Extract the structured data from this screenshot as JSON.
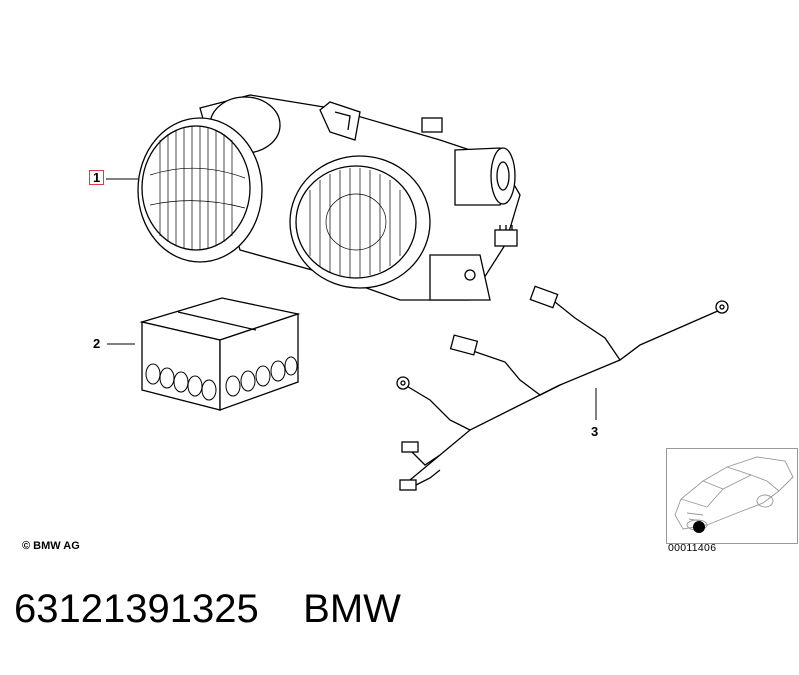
{
  "diagram": {
    "callouts": [
      {
        "id": "1",
        "label": "1",
        "highlighted": true
      },
      {
        "id": "2",
        "label": "2",
        "highlighted": false
      },
      {
        "id": "3",
        "label": "3",
        "highlighted": false
      }
    ],
    "parts": [
      {
        "number": "1",
        "icon": "headlight-assembly-icon"
      },
      {
        "number": "2",
        "icon": "bulb-box-icon"
      },
      {
        "number": "3",
        "icon": "wiring-harness-icon"
      }
    ],
    "copyright": "© BMW AG",
    "thumbnail": {
      "code": "00011406",
      "icon": "car-location-icon"
    },
    "highlight_color": "#e23a3a"
  },
  "footer": {
    "part_number": "63121391325",
    "brand": "BMW"
  }
}
